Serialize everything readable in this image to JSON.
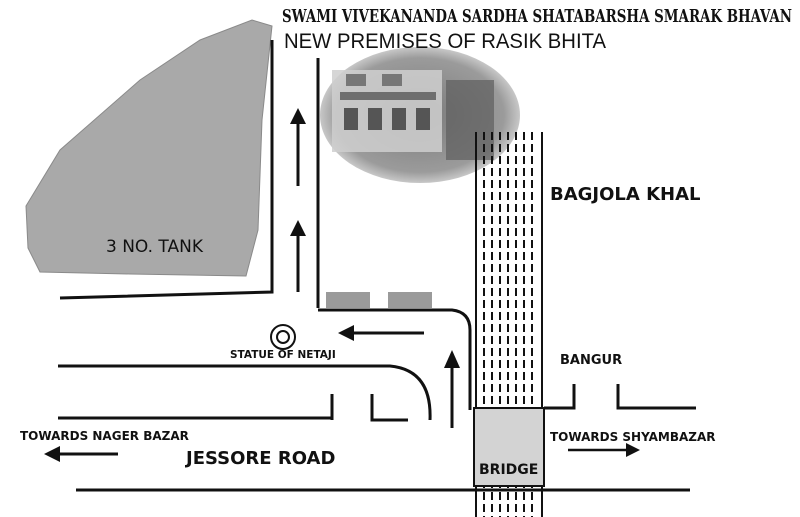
{
  "title": "SWAMI VIVEKANANDA SARDHA SHATABARSHA SMARAK BHAVAN",
  "subtitle": "NEW PREMISES OF RASIK BHITA",
  "labels": {
    "tank": "3 NO. TANK",
    "canal": "BAGJOLA KHAL",
    "statue": "STATUE OF NETAJI",
    "bangur": "BANGUR",
    "towards_left": "TOWARDS  NAGER BAZAR",
    "towards_right": "TOWARDS SHYAMBAZAR",
    "main_road": "JESSORE ROAD",
    "bridge": "BRIDGE"
  },
  "colors": {
    "road_line": "#111111",
    "tank_fill": "#a9a9a9",
    "bridge_fill": "#d3d3d3",
    "building_block": "#9a9a9a",
    "photo_tone": "#8a8a8a"
  }
}
